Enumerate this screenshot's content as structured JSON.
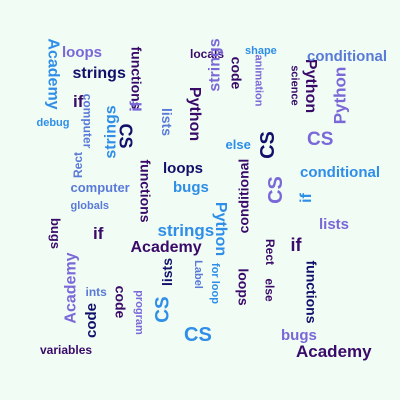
{
  "words": [
    {
      "text": "loops",
      "color": "#7b68d8",
      "rot": 0
    },
    {
      "text": "strings",
      "color": "#10106a",
      "rot": 0
    },
    {
      "text": "Academy",
      "color": "#2e8ee8",
      "rot": 90
    },
    {
      "text": "if",
      "color": "#3a0a6a",
      "rot": 0
    },
    {
      "text": "debug",
      "color": "#2e8ee8",
      "rot": 0
    },
    {
      "text": "computer",
      "color": "#5a7ad8",
      "rot": 90
    },
    {
      "text": "strings",
      "color": "#2e8ee8",
      "rot": -90
    },
    {
      "text": "CS",
      "color": "#10106a",
      "rot": 90
    },
    {
      "text": "functions",
      "color": "#3a0a6a",
      "rot": 90
    },
    {
      "text": "if",
      "color": "#7b68d8",
      "rot": -90
    },
    {
      "text": "lists",
      "color": "#5a7ad8",
      "rot": 90
    },
    {
      "text": "Python",
      "color": "#3a0a6a",
      "rot": 90
    },
    {
      "text": "locals",
      "color": "#3a0a6a",
      "rot": 0
    },
    {
      "text": "strings",
      "color": "#7b68d8",
      "rot": -90
    },
    {
      "text": "code",
      "color": "#3a0a6a",
      "rot": 90
    },
    {
      "text": "shape",
      "color": "#2e8ee8",
      "rot": 0
    },
    {
      "text": "animation",
      "color": "#7b68d8",
      "rot": 90
    },
    {
      "text": "science",
      "color": "#3a0a6a",
      "rot": 90
    },
    {
      "text": "Python",
      "color": "#3a0a6a",
      "rot": 90
    },
    {
      "text": "conditional",
      "color": "#5a7ad8",
      "rot": 0
    },
    {
      "text": "Python",
      "color": "#7b68d8",
      "rot": -90
    },
    {
      "text": "CS",
      "color": "#7b68d8",
      "rot": 0
    },
    {
      "text": "else",
      "color": "#2e8ee8",
      "rot": 0
    },
    {
      "text": "CS",
      "color": "#10106a",
      "rot": -90
    },
    {
      "text": "conditional",
      "color": "#2e8ee8",
      "rot": 0
    },
    {
      "text": "Rect",
      "color": "#5a7ad8",
      "rot": -90
    },
    {
      "text": "computer",
      "color": "#5a7ad8",
      "rot": 0
    },
    {
      "text": "functions",
      "color": "#3a0a6a",
      "rot": 90
    },
    {
      "text": "loops",
      "color": "#10106a",
      "rot": 0
    },
    {
      "text": "bugs",
      "color": "#2e8ee8",
      "rot": 0
    },
    {
      "text": "conditional",
      "color": "#3a0a6a",
      "rot": -90
    },
    {
      "text": "CS",
      "color": "#7b68d8",
      "rot": -90
    },
    {
      "text": "if",
      "color": "#2e8ee8",
      "rot": -90
    },
    {
      "text": "globals",
      "color": "#5a7ad8",
      "rot": 0
    },
    {
      "text": "bugs",
      "color": "#3a0a6a",
      "rot": 90
    },
    {
      "text": "if",
      "color": "#3a0a6a",
      "rot": 0
    },
    {
      "text": "strings",
      "color": "#2e8ee8",
      "rot": 0
    },
    {
      "text": "Python",
      "color": "#2e8ee8",
      "rot": 90
    },
    {
      "text": "lists",
      "color": "#7b68d8",
      "rot": 0
    },
    {
      "text": "Academy",
      "color": "#3a0a6a",
      "rot": 0
    },
    {
      "text": "if",
      "color": "#3a0a6a",
      "rot": 0
    },
    {
      "text": "Label",
      "color": "#5a7ad8",
      "rot": 90
    },
    {
      "text": "for loop",
      "color": "#2e8ee8",
      "rot": 90
    },
    {
      "text": "loops",
      "color": "#3a0a6a",
      "rot": 90
    },
    {
      "text": "Rect",
      "color": "#3a0a6a",
      "rot": 90
    },
    {
      "text": "functions",
      "color": "#10106a",
      "rot": 90
    },
    {
      "text": "Academy",
      "color": "#7b68d8",
      "rot": -90
    },
    {
      "text": "ints",
      "color": "#5a7ad8",
      "rot": 0
    },
    {
      "text": "lists",
      "color": "#10106a",
      "rot": -90
    },
    {
      "text": "CS",
      "color": "#2e8ee8",
      "rot": -90
    },
    {
      "text": "else",
      "color": "#3a0a6a",
      "rot": 90
    },
    {
      "text": "code",
      "color": "#10106a",
      "rot": -90
    },
    {
      "text": "code",
      "color": "#3a0a6a",
      "rot": 90
    },
    {
      "text": "program",
      "color": "#7b68d8",
      "rot": 90
    },
    {
      "text": "CS",
      "color": "#2e8ee8",
      "rot": 0
    },
    {
      "text": "bugs",
      "color": "#7b68d8",
      "rot": 0
    },
    {
      "text": "variables",
      "color": "#3a0a6a",
      "rot": 0
    },
    {
      "text": "Academy",
      "color": "#3a0a6a",
      "rot": 0
    }
  ]
}
